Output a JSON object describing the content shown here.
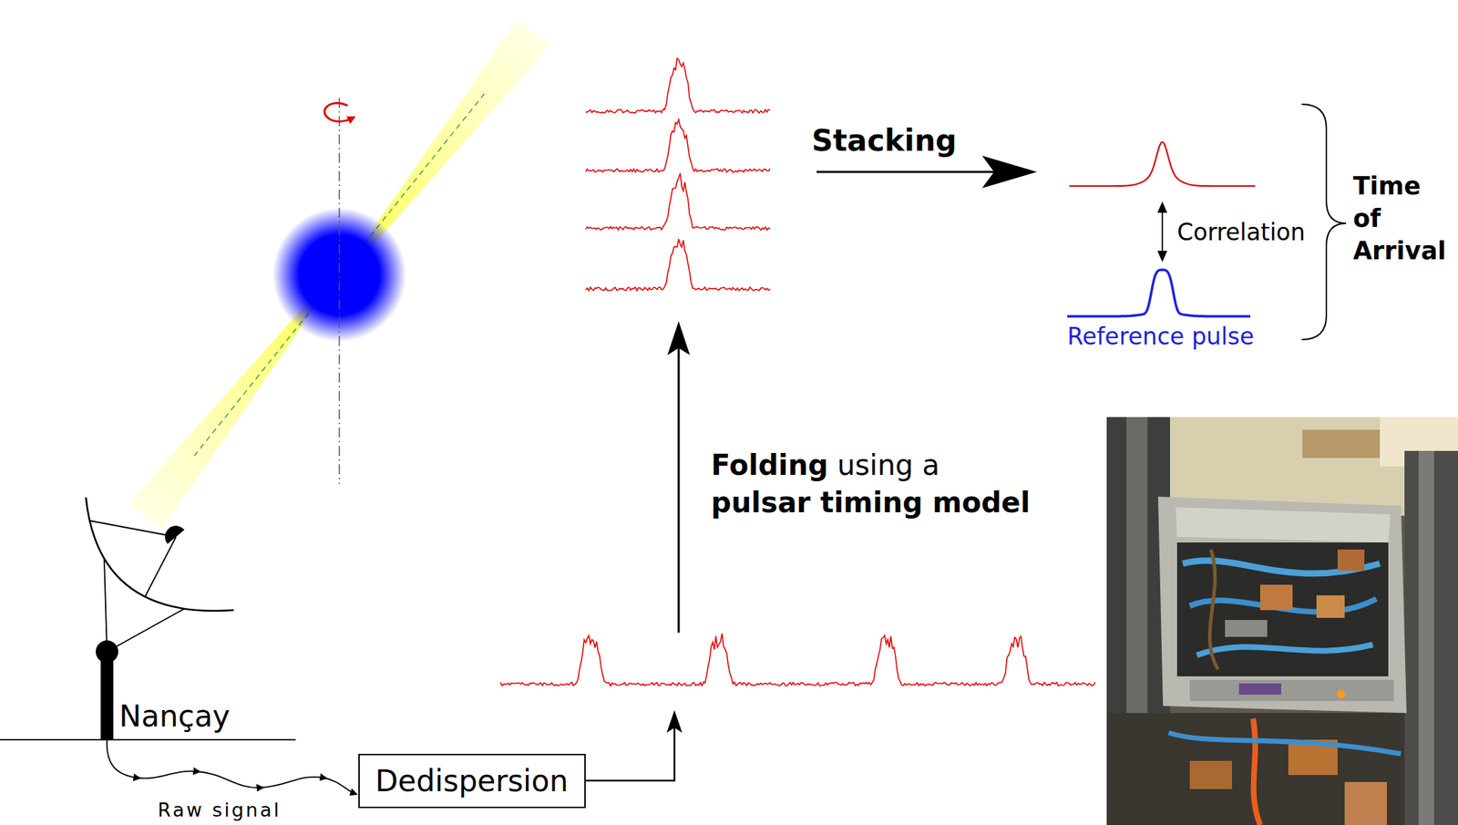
{
  "diagram": {
    "nodes": [
      {
        "text": [
          "Dedispersion"
        ]
      }
    ],
    "labels": [
      "Stacking",
      "Correlation",
      "Reference pulse",
      "Time of Arrival",
      "Folding",
      "using a",
      "pulsar timing model",
      "Nançay",
      "Raw signal"
    ]
  }
}
